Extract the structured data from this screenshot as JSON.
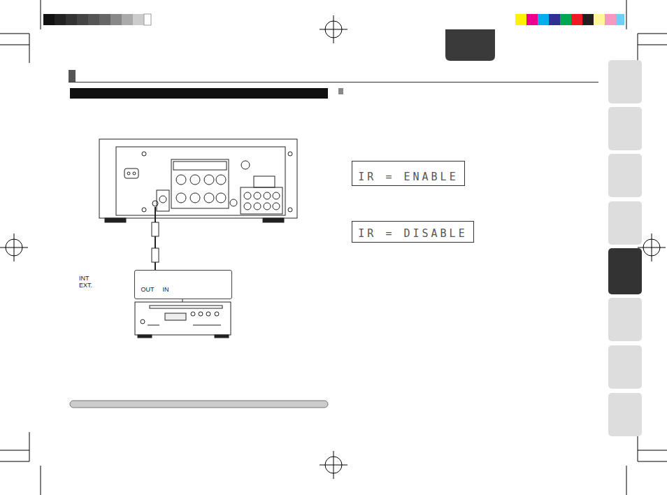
{
  "diagram": {
    "nodes": [
      {
        "text": [
          "OUT",
          "IN",
          "INT",
          "EXT."
        ]
      },
      {
        "text": [
          "IR = ENABLE"
        ]
      },
      {
        "text": [
          "IR = DISABLE"
        ]
      }
    ]
  }
}
